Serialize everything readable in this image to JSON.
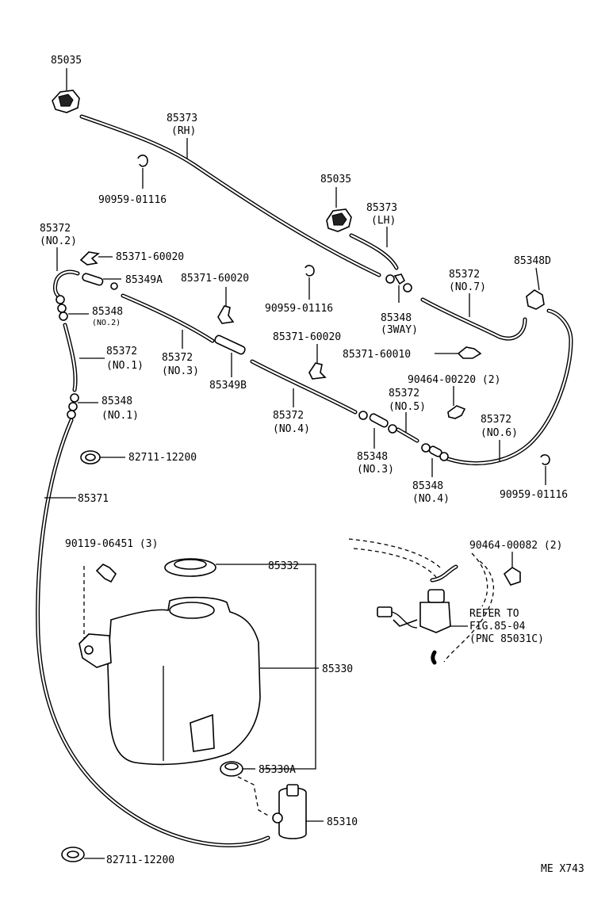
{
  "labels": {
    "nozzle_top": "85035",
    "hose_rh": "85373",
    "hose_rh_sub": "(RH)",
    "clip_top": "90959-01116",
    "nozzle_mid": "85035",
    "hose_lh": "85373",
    "hose_lh_sub": "(LH)",
    "hose_no2": "85372",
    "hose_no2_sub": "(NO.2)",
    "clamp_a": "85371-60020",
    "joint_349a": "85349A",
    "clamp_b": "85371-60020",
    "hose_no7": "85372",
    "hose_no7_sub": "(NO.7)",
    "check_348d": "85348D",
    "valve_no2": "85348",
    "valve_no2_sub": "(NO.2)",
    "clip_mid": "90959-01116",
    "joint_3way": "85348",
    "joint_3way_sub": "(3WAY)",
    "hose_no1": "85372",
    "hose_no1_sub": "(NO.1)",
    "hose_no3": "85372",
    "hose_no3_sub": "(NO.3)",
    "clamp_c": "85371-60020",
    "clamp_d": "85371-60010",
    "joint_349b": "85349B",
    "clip_90464": "90464-00220 (2)",
    "valve_no1": "85348",
    "valve_no1_sub": "(NO.1)",
    "hose_no5": "85372",
    "hose_no5_sub": "(NO.5)",
    "hose_no4": "85372",
    "hose_no4_sub": "(NO.4)",
    "hose_no6": "85372",
    "hose_no6_sub": "(NO.6)",
    "clamp_82711_top": "82711-12200",
    "valve_no3": "85348",
    "valve_no3_sub": "(NO.3)",
    "valve_no4": "85348",
    "valve_no4_sub": "(NO.4)",
    "clip_right": "90959-01116",
    "hose_main": "85371",
    "bolt": "90119-06451 (3)",
    "clip_pump": "90464-00082 (2)",
    "cap": "85332",
    "refer_1": "REFER TO",
    "refer_2": "FIG.85-04",
    "refer_3": "(PNC 85031C)",
    "tank": "85330",
    "grommet": "85330A",
    "pump": "85310",
    "clamp_82711_bottom": "82711-12200",
    "code": "ME X743"
  }
}
